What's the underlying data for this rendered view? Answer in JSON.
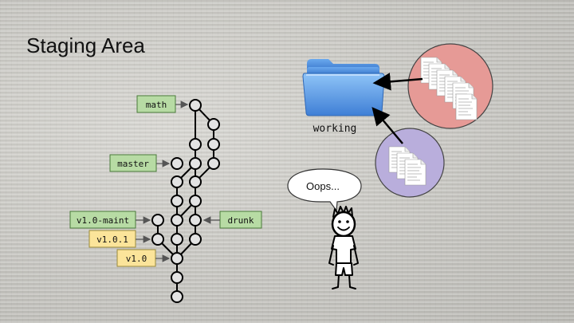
{
  "slide": {
    "title": "Staging Area"
  },
  "branches": {
    "math": "math",
    "master": "master",
    "maint": "v1.0-maint",
    "drunk": "drunk"
  },
  "tags": {
    "v101": "v1.0.1",
    "v10": "v1.0"
  },
  "working": {
    "label": "working"
  },
  "speech": {
    "text": "Oops..."
  },
  "colors": {
    "branch_fill": "#b7dba4",
    "tag_fill": "#fbe49a",
    "red_circle": "#e69a96",
    "purple_circle": "#b9aedc",
    "folder_blue": "#5b9be6"
  },
  "icons": [
    "folder-icon",
    "document-icon",
    "stick-figure-icon"
  ]
}
